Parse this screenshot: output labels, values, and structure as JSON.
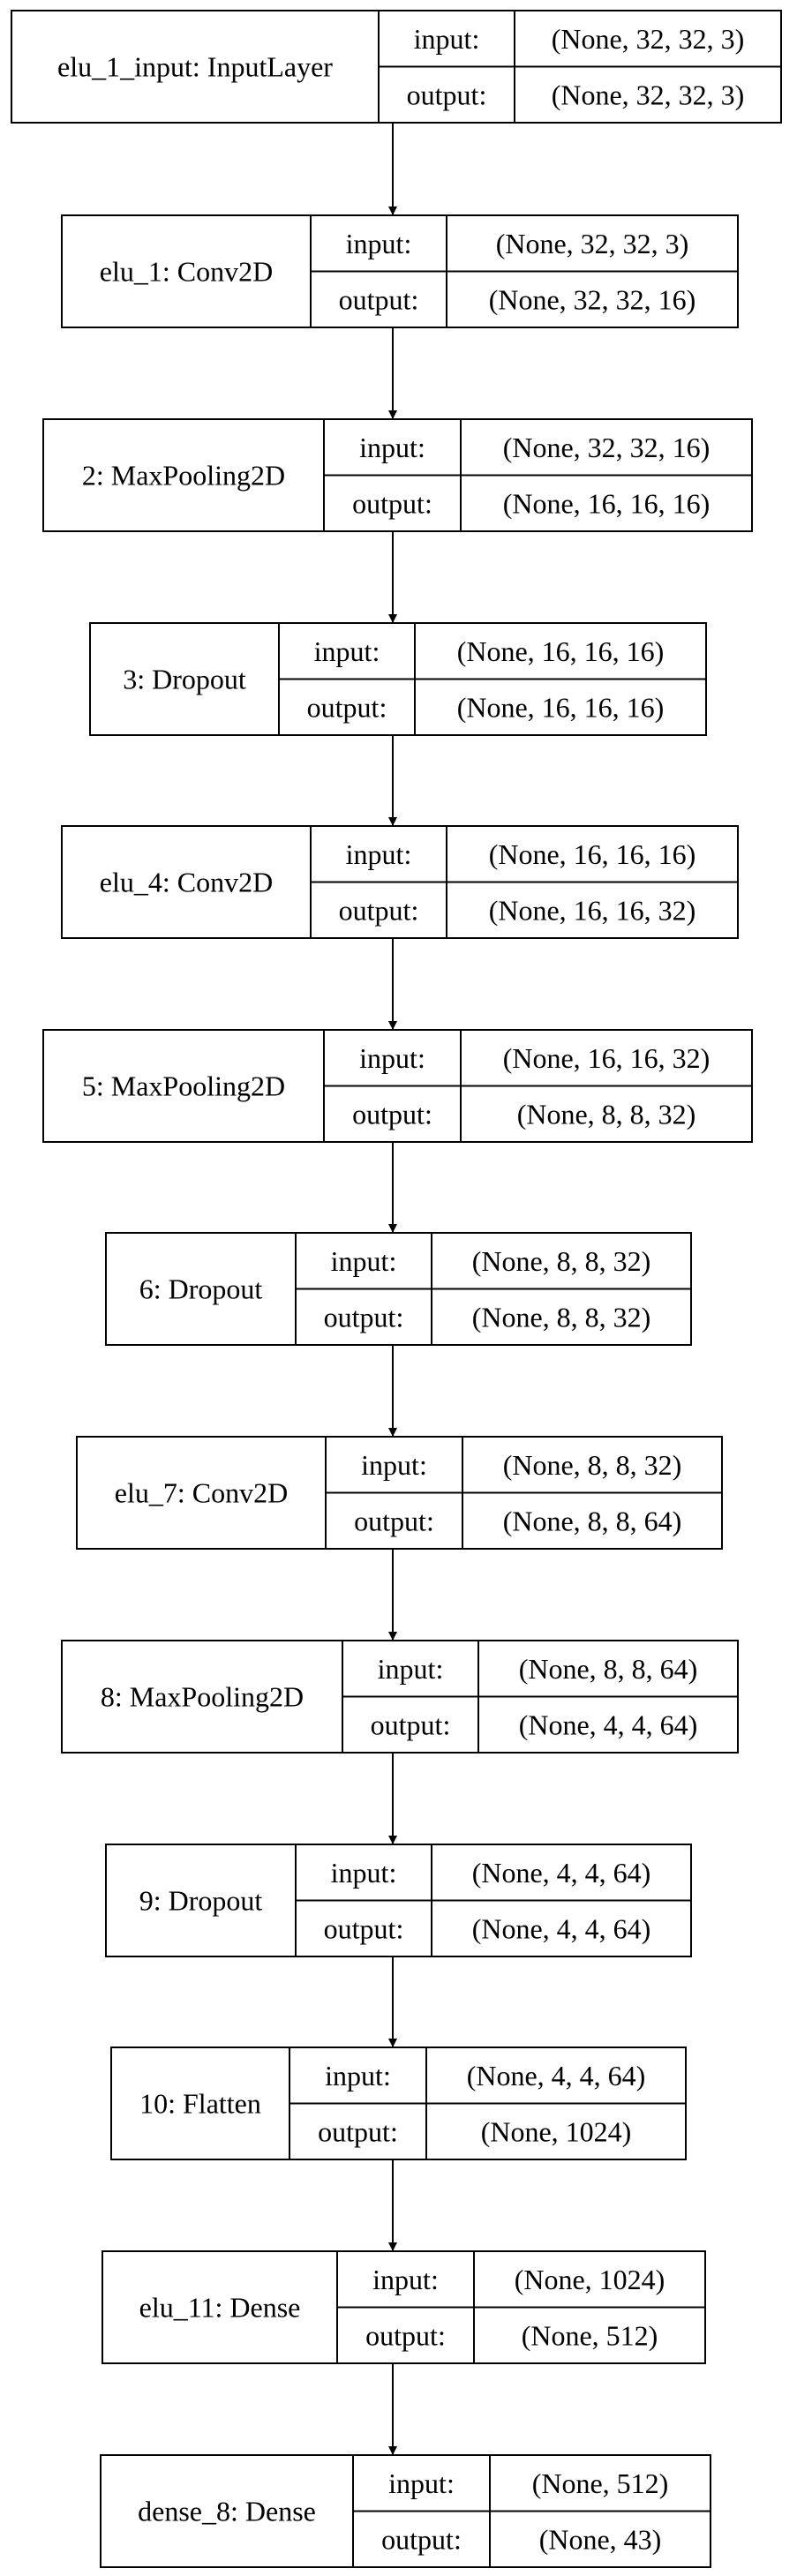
{
  "io_labels": {
    "input": "input:",
    "output": "output:"
  },
  "layers": [
    {
      "name": "elu_1_input: InputLayer",
      "input": "(None, 32, 32, 3)",
      "output": "(None, 32, 32, 3)"
    },
    {
      "name": "elu_1: Conv2D",
      "input": "(None, 32, 32, 3)",
      "output": "(None, 32, 32, 16)"
    },
    {
      "name": "2: MaxPooling2D",
      "input": "(None, 32, 32, 16)",
      "output": "(None, 16, 16, 16)"
    },
    {
      "name": "3: Dropout",
      "input": "(None, 16, 16, 16)",
      "output": "(None, 16, 16, 16)"
    },
    {
      "name": "elu_4: Conv2D",
      "input": "(None, 16, 16, 16)",
      "output": "(None, 16, 16, 32)"
    },
    {
      "name": "5: MaxPooling2D",
      "input": "(None, 16, 16, 32)",
      "output": "(None, 8, 8, 32)"
    },
    {
      "name": "6: Dropout",
      "input": "(None, 8, 8, 32)",
      "output": "(None, 8, 8, 32)"
    },
    {
      "name": "elu_7: Conv2D",
      "input": "(None, 8, 8, 32)",
      "output": "(None, 8, 8, 64)"
    },
    {
      "name": "8: MaxPooling2D",
      "input": "(None, 8, 8, 64)",
      "output": "(None, 4, 4, 64)"
    },
    {
      "name": "9: Dropout",
      "input": "(None, 4, 4, 64)",
      "output": "(None, 4, 4, 64)"
    },
    {
      "name": "10: Flatten",
      "input": "(None, 4, 4, 64)",
      "output": "(None, 1024)"
    },
    {
      "name": "elu_11: Dense",
      "input": "(None, 1024)",
      "output": "(None, 512)"
    },
    {
      "name": "dense_8: Dense",
      "input": "(None, 512)",
      "output": "(None, 43)"
    }
  ]
}
